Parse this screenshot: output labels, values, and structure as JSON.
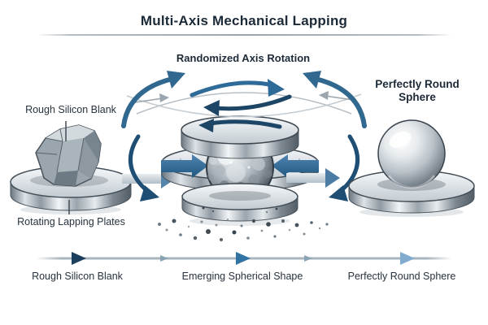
{
  "header": {
    "title": "Multi-Axis Mechanical Lapping"
  },
  "diagram": {
    "rotation_label": "Randomized Axis Rotation",
    "left": {
      "blank_label": "Rough Silicon Blank",
      "plates_label": "Rotating Lapping Plates"
    },
    "right": {
      "sphere_label": "Perfectly Round Sphere"
    }
  },
  "timeline": {
    "stages": [
      {
        "label": "Rough Silicon Blank"
      },
      {
        "label": "Emerging Spherical Shape"
      },
      {
        "label": "Perfectly Round Sphere"
      }
    ]
  },
  "colors": {
    "accent_blue": "#3173a3",
    "dark_navy": "#1d3f5e",
    "steel_blue": "#31688f",
    "light_blue": "#82abd0",
    "text_dark": "#1c2a38",
    "line_gray": "#a9b4bc"
  }
}
